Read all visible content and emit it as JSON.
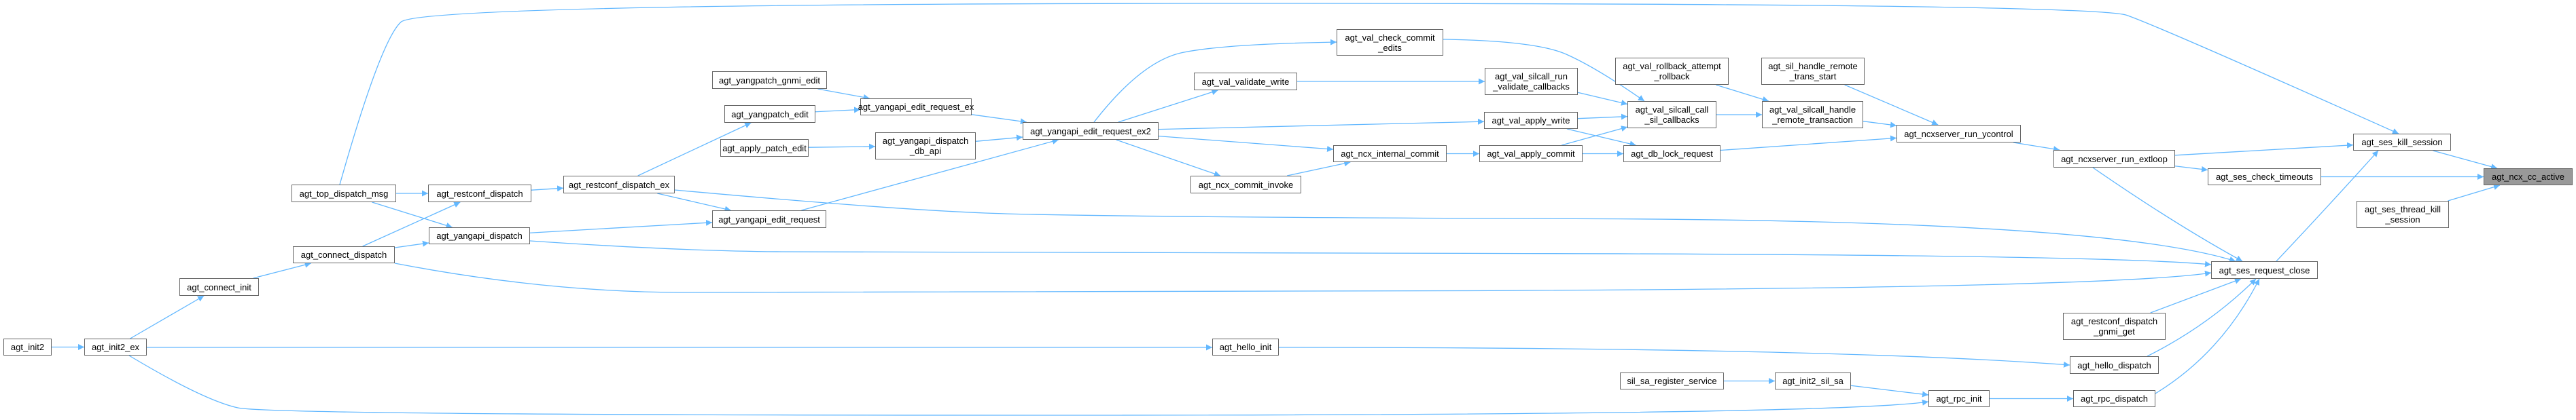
{
  "title": "agt_ncx_cc_active caller graph",
  "colors": {
    "edge": "#63b8ff",
    "node_border": "#666666",
    "focus_fill": "#999999",
    "node_fill": "#ffffff"
  },
  "focus_node": "agt_ncx_cc_active",
  "nodes": [
    {
      "id": "agt_ncx_cc_active",
      "label": "agt_ncx_cc_active"
    },
    {
      "id": "agt_ses_kill_session",
      "label": "agt_ses_kill_session"
    },
    {
      "id": "agt_ses_check_timeouts",
      "label": "agt_ses_check_timeouts"
    },
    {
      "id": "agt_ses_thread_kill_session",
      "label": "agt_ses_thread_kill\n_session"
    },
    {
      "id": "agt_ses_request_close",
      "label": "agt_ses_request_close"
    },
    {
      "id": "agt_ncxserver_run_extloop",
      "label": "agt_ncxserver_run_extloop"
    },
    {
      "id": "agt_ncxserver_run_ycontrol",
      "label": "agt_ncxserver_run_ycontrol"
    },
    {
      "id": "agt_sil_handle_remote_trans_start",
      "label": "agt_sil_handle_remote\n_trans_start"
    },
    {
      "id": "agt_val_silcall_handle_remote_transaction",
      "label": "agt_val_silcall_handle\n_remote_transaction"
    },
    {
      "id": "agt_val_rollback_attempt_rollback",
      "label": "agt_val_rollback_attempt\n_rollback"
    },
    {
      "id": "agt_val_silcall_call_sil_callbacks",
      "label": "agt_val_silcall_call\n_sil_callbacks"
    },
    {
      "id": "agt_db_lock_request",
      "label": "agt_db_lock_request"
    },
    {
      "id": "agt_val_silcall_run_validate_callbacks",
      "label": "agt_val_silcall_run\n_validate_callbacks"
    },
    {
      "id": "agt_val_apply_write",
      "label": "agt_val_apply_write"
    },
    {
      "id": "agt_val_apply_commit",
      "label": "agt_val_apply_commit"
    },
    {
      "id": "agt_val_check_commit_edits",
      "label": "agt_val_check_commit\n_edits"
    },
    {
      "id": "agt_val_validate_write",
      "label": "agt_val_validate_write"
    },
    {
      "id": "agt_ncx_internal_commit",
      "label": "agt_ncx_internal_commit"
    },
    {
      "id": "agt_ncx_commit_invoke",
      "label": "agt_ncx_commit_invoke"
    },
    {
      "id": "agt_yangapi_edit_request_ex2",
      "label": "agt_yangapi_edit_request_ex2"
    },
    {
      "id": "agt_yangapi_edit_request_ex",
      "label": "agt_yangapi_edit_request_ex"
    },
    {
      "id": "agt_yangapi_dispatch_db_api",
      "label": "agt_yangapi_dispatch\n_db_api"
    },
    {
      "id": "agt_yangapi_edit_request",
      "label": "agt_yangapi_edit_request"
    },
    {
      "id": "agt_yangpatch_gnmi_edit",
      "label": "agt_yangpatch_gnmi_edit"
    },
    {
      "id": "agt_yangpatch_edit",
      "label": "agt_yangpatch_edit"
    },
    {
      "id": "agt_apply_patch_edit",
      "label": "agt_apply_patch_edit"
    },
    {
      "id": "agt_restconf_dispatch_ex",
      "label": "agt_restconf_dispatch_ex"
    },
    {
      "id": "agt_restconf_dispatch",
      "label": "agt_restconf_dispatch"
    },
    {
      "id": "agt_yangapi_dispatch",
      "label": "agt_yangapi_dispatch"
    },
    {
      "id": "agt_top_dispatch_msg",
      "label": "agt_top_dispatch_msg"
    },
    {
      "id": "agt_connect_dispatch",
      "label": "agt_connect_dispatch"
    },
    {
      "id": "agt_connect_init",
      "label": "agt_connect_init"
    },
    {
      "id": "agt_init2",
      "label": "agt_init2"
    },
    {
      "id": "agt_init2_ex",
      "label": "agt_init2_ex"
    },
    {
      "id": "agt_hello_init",
      "label": "agt_hello_init"
    },
    {
      "id": "agt_restconf_dispatch_gnmi_get",
      "label": "agt_restconf_dispatch\n_gnmi_get"
    },
    {
      "id": "agt_hello_dispatch",
      "label": "agt_hello_dispatch"
    },
    {
      "id": "agt_rpc_dispatch",
      "label": "agt_rpc_dispatch"
    },
    {
      "id": "agt_rpc_init",
      "label": "agt_rpc_init"
    },
    {
      "id": "agt_init2_sil_sa",
      "label": "agt_init2_sil_sa"
    },
    {
      "id": "sil_sa_register_service",
      "label": "sil_sa_register_service"
    }
  ],
  "edges": [
    [
      "agt_ses_kill_session",
      "agt_ncx_cc_active"
    ],
    [
      "agt_ses_check_timeouts",
      "agt_ncx_cc_active"
    ],
    [
      "agt_ses_thread_kill_session",
      "agt_ncx_cc_active"
    ],
    [
      "agt_ncxserver_run_extloop",
      "agt_ses_kill_session"
    ],
    [
      "agt_top_dispatch_msg",
      "agt_ses_kill_session"
    ],
    [
      "agt_ses_request_close",
      "agt_ses_kill_session"
    ],
    [
      "agt_ncxserver_run_extloop",
      "agt_ses_check_timeouts"
    ],
    [
      "agt_ncxserver_run_extloop",
      "agt_ses_request_close"
    ],
    [
      "agt_ncxserver_run_ycontrol",
      "agt_ncxserver_run_extloop"
    ],
    [
      "agt_sil_handle_remote_trans_start",
      "agt_ncxserver_run_ycontrol"
    ],
    [
      "agt_val_silcall_handle_remote_transaction",
      "agt_ncxserver_run_ycontrol"
    ],
    [
      "agt_db_lock_request",
      "agt_ncxserver_run_ycontrol"
    ],
    [
      "agt_val_rollback_attempt_rollback",
      "agt_val_silcall_handle_remote_transaction"
    ],
    [
      "agt_val_silcall_call_sil_callbacks",
      "agt_val_silcall_handle_remote_transaction"
    ],
    [
      "agt_val_check_commit_edits",
      "agt_val_silcall_call_sil_callbacks"
    ],
    [
      "agt_val_silcall_run_validate_callbacks",
      "agt_val_silcall_call_sil_callbacks"
    ],
    [
      "agt_val_apply_write",
      "agt_val_silcall_call_sil_callbacks"
    ],
    [
      "agt_val_apply_commit",
      "agt_val_silcall_call_sil_callbacks"
    ],
    [
      "agt_val_apply_write",
      "agt_db_lock_request"
    ],
    [
      "agt_val_apply_commit",
      "agt_db_lock_request"
    ],
    [
      "agt_val_validate_write",
      "agt_val_silcall_run_validate_callbacks"
    ],
    [
      "agt_ncx_internal_commit",
      "agt_val_apply_commit"
    ],
    [
      "agt_ncx_commit_invoke",
      "agt_ncx_internal_commit"
    ],
    [
      "agt_yangapi_edit_request_ex2",
      "agt_val_check_commit_edits"
    ],
    [
      "agt_yangapi_edit_request_ex2",
      "agt_val_validate_write"
    ],
    [
      "agt_yangapi_edit_request_ex2",
      "agt_val_apply_write"
    ],
    [
      "agt_yangapi_edit_request_ex2",
      "agt_ncx_internal_commit"
    ],
    [
      "agt_yangapi_edit_request_ex2",
      "agt_ncx_commit_invoke"
    ],
    [
      "agt_yangapi_edit_request_ex",
      "agt_yangapi_edit_request_ex2"
    ],
    [
      "agt_yangapi_dispatch_db_api",
      "agt_yangapi_edit_request_ex2"
    ],
    [
      "agt_yangapi_edit_request",
      "agt_yangapi_edit_request_ex2"
    ],
    [
      "agt_yangpatch_gnmi_edit",
      "agt_yangapi_edit_request_ex"
    ],
    [
      "agt_yangpatch_edit",
      "agt_yangapi_edit_request_ex"
    ],
    [
      "agt_apply_patch_edit",
      "agt_yangapi_dispatch_db_api"
    ],
    [
      "agt_restconf_dispatch_ex",
      "agt_yangpatch_edit"
    ],
    [
      "agt_restconf_dispatch_ex",
      "agt_yangapi_edit_request"
    ],
    [
      "agt_restconf_dispatch_ex",
      "agt_ses_request_close"
    ],
    [
      "agt_restconf_dispatch",
      "agt_restconf_dispatch_ex"
    ],
    [
      "agt_yangapi_dispatch",
      "agt_yangapi_edit_request"
    ],
    [
      "agt_yangapi_dispatch",
      "agt_ses_request_close"
    ],
    [
      "agt_top_dispatch_msg",
      "agt_restconf_dispatch"
    ],
    [
      "agt_top_dispatch_msg",
      "agt_yangapi_dispatch"
    ],
    [
      "agt_connect_dispatch",
      "agt_restconf_dispatch"
    ],
    [
      "agt_connect_dispatch",
      "agt_yangapi_dispatch"
    ],
    [
      "agt_connect_dispatch",
      "agt_ses_request_close"
    ],
    [
      "agt_connect_init",
      "agt_connect_dispatch"
    ],
    [
      "agt_init2_ex",
      "agt_connect_init"
    ],
    [
      "agt_init2",
      "agt_init2_ex"
    ],
    [
      "agt_init2_ex",
      "agt_hello_init"
    ],
    [
      "agt_init2_ex",
      "agt_rpc_init"
    ],
    [
      "agt_hello_init",
      "agt_hello_dispatch"
    ],
    [
      "agt_restconf_dispatch_gnmi_get",
      "agt_ses_request_close"
    ],
    [
      "agt_hello_dispatch",
      "agt_ses_request_close"
    ],
    [
      "agt_rpc_dispatch",
      "agt_ses_request_close"
    ],
    [
      "agt_rpc_init",
      "agt_rpc_dispatch"
    ],
    [
      "agt_init2_sil_sa",
      "agt_rpc_init"
    ],
    [
      "sil_sa_register_service",
      "agt_init2_sil_sa"
    ]
  ]
}
